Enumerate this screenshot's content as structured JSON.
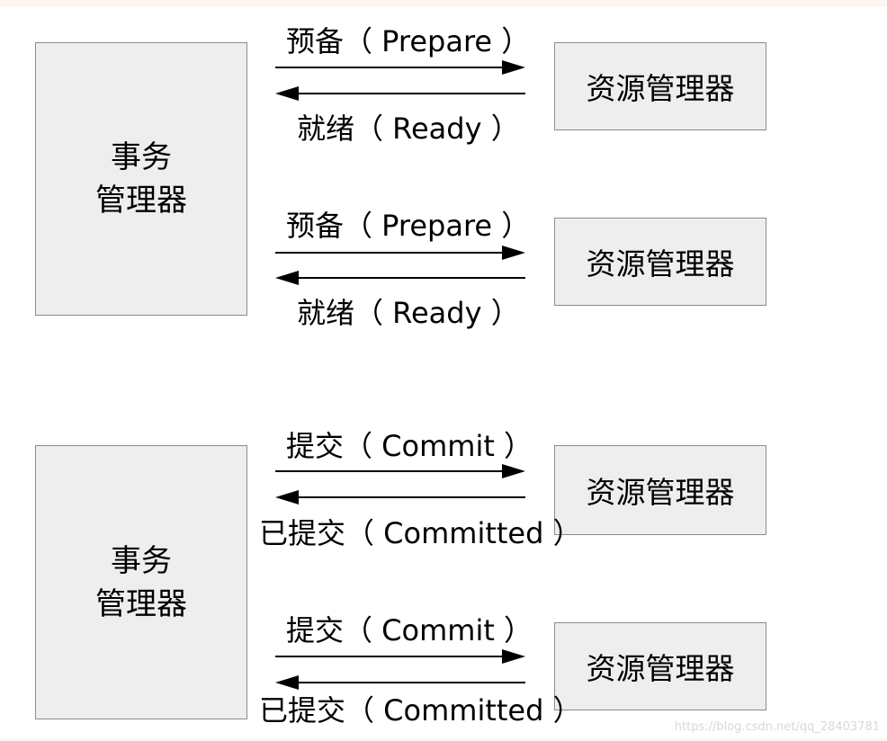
{
  "top": {
    "transaction_manager": "事务\n管理器",
    "flows": [
      {
        "resource_manager": "资源管理器",
        "request": "预备（ Prepare ）",
        "response": "就绪（ Ready ）"
      },
      {
        "resource_manager": "资源管理器",
        "request": "预备（ Prepare ）",
        "response": "就绪（ Ready ）"
      }
    ]
  },
  "bottom": {
    "transaction_manager": "事务\n管理器",
    "flows": [
      {
        "resource_manager": "资源管理器",
        "request": "提交（ Commit ）",
        "response": "已提交（ Committed ）"
      },
      {
        "resource_manager": "资源管理器",
        "request": "提交（ Commit ）",
        "response": "已提交（ Committed ）"
      }
    ]
  },
  "watermark": "https://blog.csdn.net/qq_28403781"
}
